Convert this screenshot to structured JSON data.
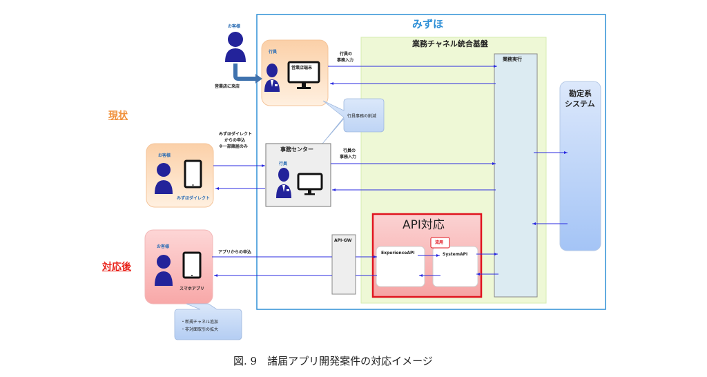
{
  "labels": {
    "current": "現状",
    "after": "対応後"
  },
  "mizuho": {
    "title": "みずほ"
  },
  "platform": {
    "title": "業務チャネル統合基盤",
    "business_exec": "業務実行"
  },
  "accounting": {
    "title_line1": "勘定系",
    "title_line2": "システム"
  },
  "branch": {
    "customer_label": "お客様",
    "visit_label": "営業店に来店",
    "staff_label": "行員",
    "terminal_label": "営業店端末",
    "input_label_line1": "行員の",
    "input_label_line2": "事務入力"
  },
  "callout_reduction": {
    "text": "行員事務の削減"
  },
  "direct": {
    "customer_label": "お客様",
    "app_label": "みずほダイレクト",
    "apply_line1": "みずほダイレクト",
    "apply_line2": "からの申込",
    "apply_line3": "※一部諸届のみ"
  },
  "office_center": {
    "title": "事務センター",
    "staff_label": "行員",
    "input_label_line1": "行員の",
    "input_label_line2": "事務入力"
  },
  "smartphone": {
    "customer_label": "お客様",
    "app_label": "スマホアプリ",
    "apply_label": "アプリからの申込"
  },
  "callout_new": {
    "line1": "・新規チャネル追加",
    "line2": "・非対面取引の拡大"
  },
  "api": {
    "gateway": "API-GW",
    "title": "API対応",
    "experience": "ExperienceAPI",
    "system": "SystemAPI",
    "reuse_badge": "流用"
  },
  "caption": {
    "text": "図. 9　諸届アプリ開発案件の対応イメージ"
  },
  "colors": {
    "arrow": "#2a2ae0",
    "mizuho_border": "#2e8fd6",
    "current_label": "#f0903a",
    "after_label": "#e8221a",
    "api_border": "#e0141e"
  }
}
